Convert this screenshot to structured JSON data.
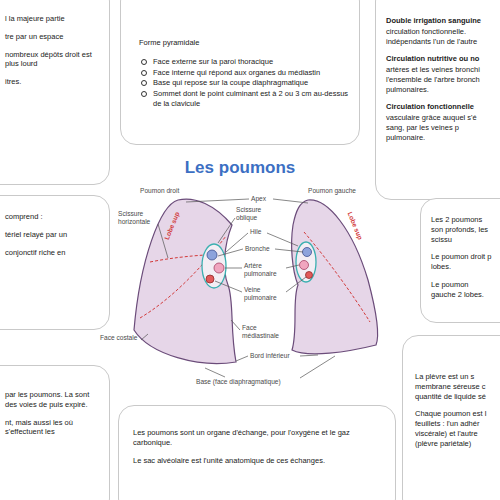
{
  "diagram": {
    "title": "Les poumons",
    "nodes": [
      {
        "text": [
          "l la majeure partie",
          "tre par un espace",
          "nombreux dépôts droit est plus lourd",
          "itres."
        ]
      },
      {
        "text": [
          "Forme pyramidale",
          "Face externe sur la paroi thoracique",
          "Face interne qui répond aux organes du médiastin",
          "Base qui repose sur la coupe diaphragmatique",
          "Sommet dont le point culminant est à 2 ou 3 cm au-dessus de la clavicule"
        ]
      },
      {
        "text": [
          "Double irrigation sanguine",
          "circulation fonctionnelle. indépendants l'un de l'autre",
          "Circulation nutritive ou no",
          "artères et les veines bronchi l'ensemble de l'arbre bronch pulmonaires.",
          "Circulation fonctionnelle",
          "vasculaire grâce auquel s'é sang, par les veines p pulmonaire."
        ]
      },
      {
        "text": [
          "comprend :",
          "tériel relayé par un",
          "conjonctif riche en"
        ]
      },
      {
        "text": [
          "Les 2 poumons son profonds, les scissu",
          "Le poumon droit p lobes.",
          "Le poumon gauche 2 lobes."
        ]
      },
      {
        "text": [
          "par les poumons. La sont des voies de puis expiré.",
          "nt, mais aussi les où s'effectuent les"
        ]
      },
      {
        "text": [
          "Les poumons sont un organe d'échange, pour l'oxygène et le gaz carbonique.",
          "Le sac alvéolaire est l'unité anatomique de ces échanges."
        ]
      },
      {
        "text": [
          "La plèvre est un s membrane séreuse c quantité de liquide sé",
          "Chaque poumon est l feuillets : l'un adhér viscérale) et l'autre (plèvre pariétale)"
        ]
      }
    ],
    "labels": [
      "Poumon droit",
      "Poumon gauche",
      "Apex",
      "Scissure oblique",
      "Hile",
      "Bronche",
      "Artère pulmonaire",
      "Veine pulmonaire",
      "Face médiastinale",
      "Bord inférieur",
      "Base (face diaphragmatique)",
      "Face costale",
      "Scissure horizontale",
      "Lobe sup",
      "Lobe sup"
    ]
  }
}
